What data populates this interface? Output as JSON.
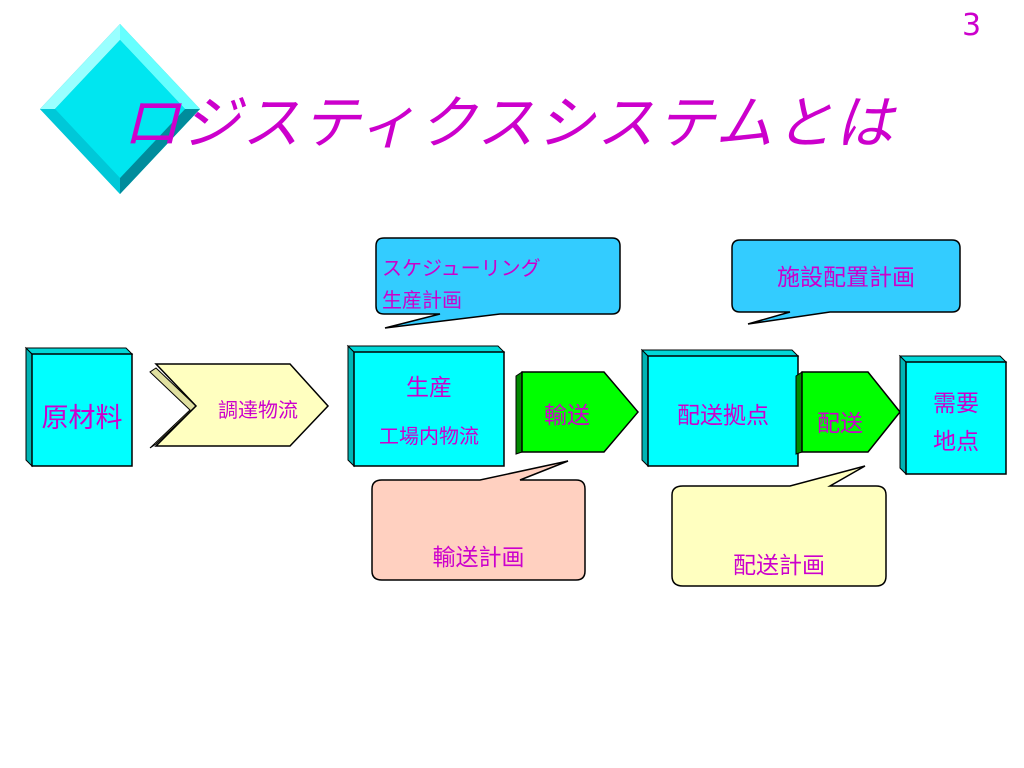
{
  "slide": {
    "page_number": "3",
    "title": "ロジスティクスシステムとは"
  },
  "diagram": {
    "nodes": {
      "raw_materials": "原材料",
      "procurement": "調達物流",
      "production_line1": "生産",
      "production_line2": "工場内物流",
      "transport": "輸送",
      "distribution_center": "配送拠点",
      "delivery": "配送",
      "demand_line1": "需要",
      "demand_line2": "地点"
    },
    "callouts": {
      "scheduling_line1": "スケジューリング",
      "scheduling_line2": "生産計画",
      "facility_layout": "施設配置計画",
      "transport_plan": "輸送計画",
      "delivery_plan": "配送計画"
    }
  },
  "colors": {
    "cyan_box": "#00ffff",
    "cyan_side": "#00b4b4",
    "arrow_yellow": "#ffffc0",
    "arrow_green": "#00ff00",
    "callout_cyan": "#33ccff",
    "callout_salmon": "#ffd0c0",
    "callout_yellow": "#ffffc0",
    "text_magenta": "#cc00cc"
  }
}
